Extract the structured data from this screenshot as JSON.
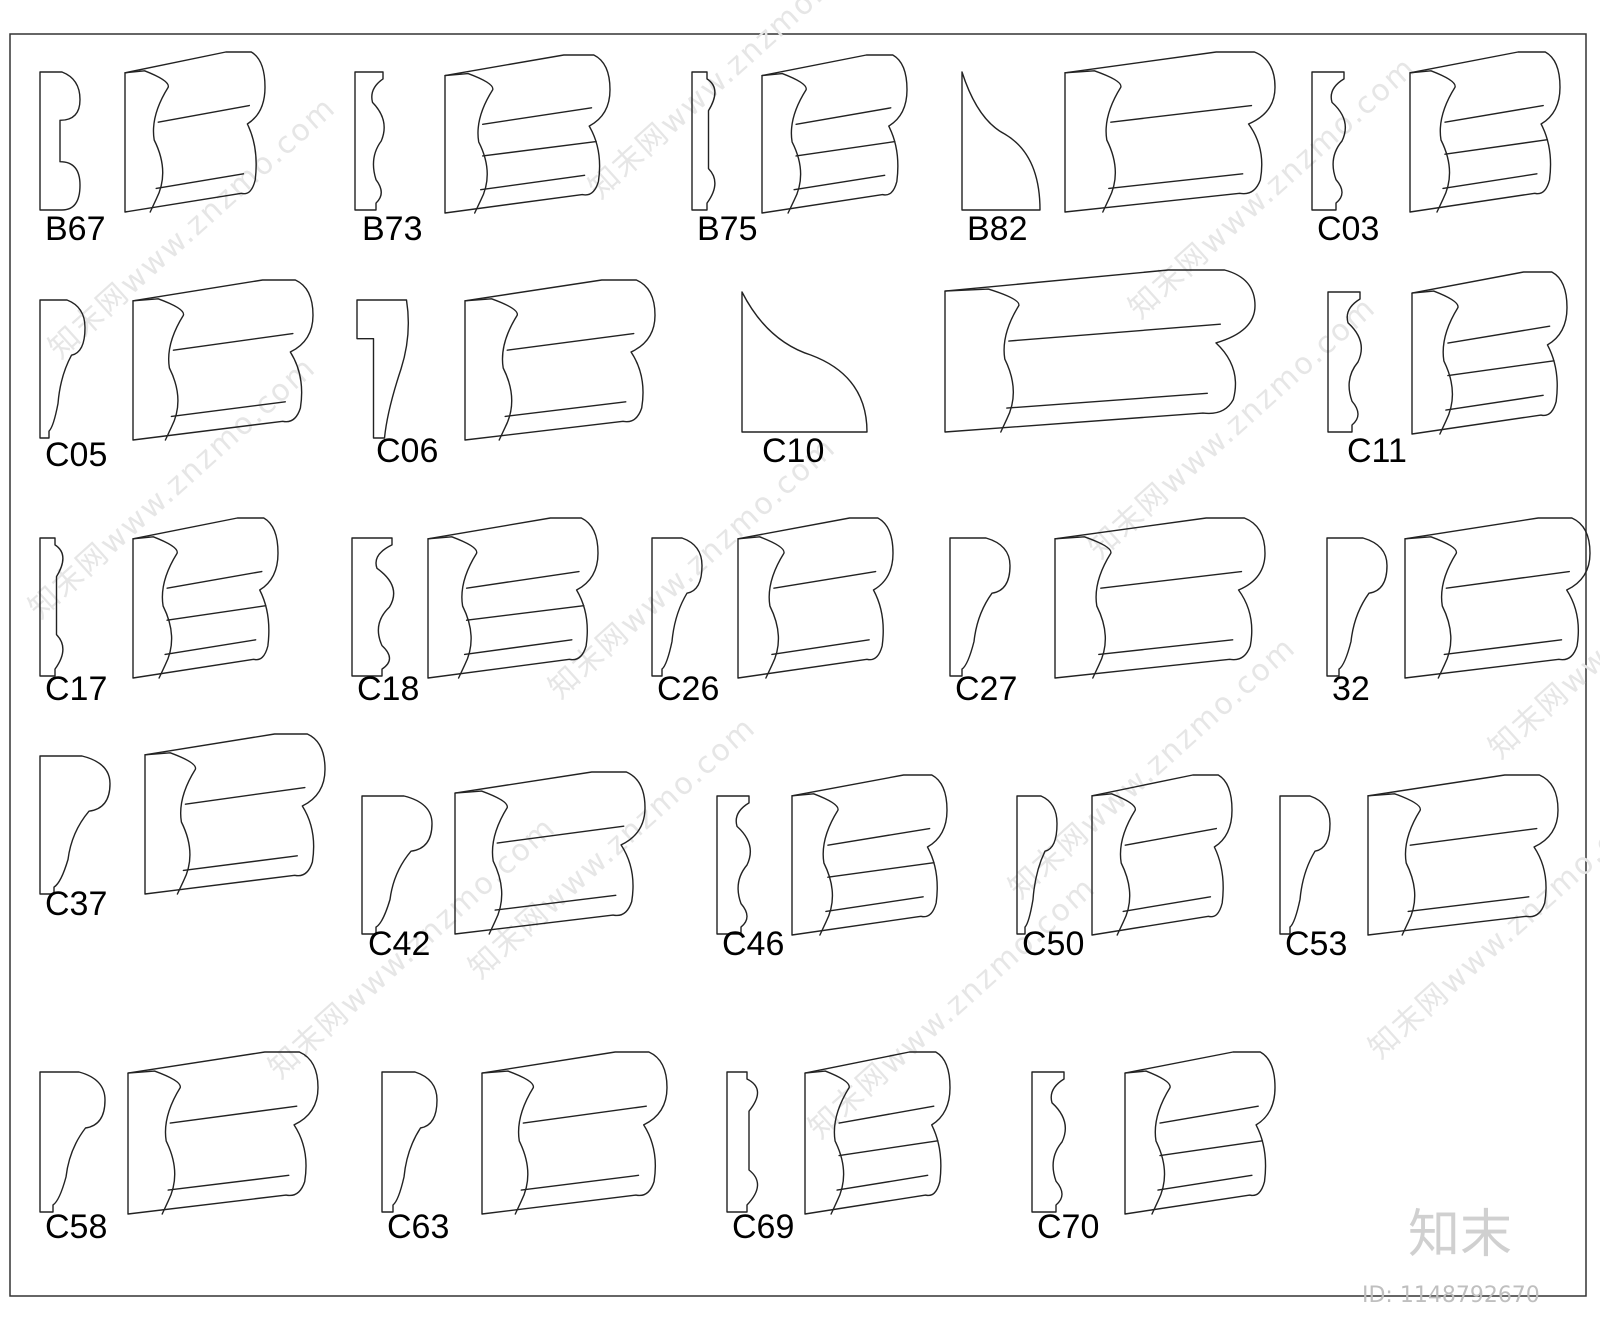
{
  "profiles": [
    {
      "code": "B67"
    },
    {
      "code": "B73"
    },
    {
      "code": "B75"
    },
    {
      "code": "B82"
    },
    {
      "code": "C03"
    },
    {
      "code": "C05"
    },
    {
      "code": "C06"
    },
    {
      "code": "C10"
    },
    {
      "code": "C11"
    },
    {
      "code": "C17"
    },
    {
      "code": "C18"
    },
    {
      "code": "C26"
    },
    {
      "code": "C27"
    },
    {
      "code": "32"
    },
    {
      "code": "C37"
    },
    {
      "code": "C42"
    },
    {
      "code": "C46"
    },
    {
      "code": "C50"
    },
    {
      "code": "C53"
    },
    {
      "code": "C58"
    },
    {
      "code": "C63"
    },
    {
      "code": "C69"
    },
    {
      "code": "C70"
    }
  ],
  "watermark": {
    "text": "知末网www.znzmo.com",
    "brand": "知末",
    "image_id": "ID: 1148792670"
  }
}
